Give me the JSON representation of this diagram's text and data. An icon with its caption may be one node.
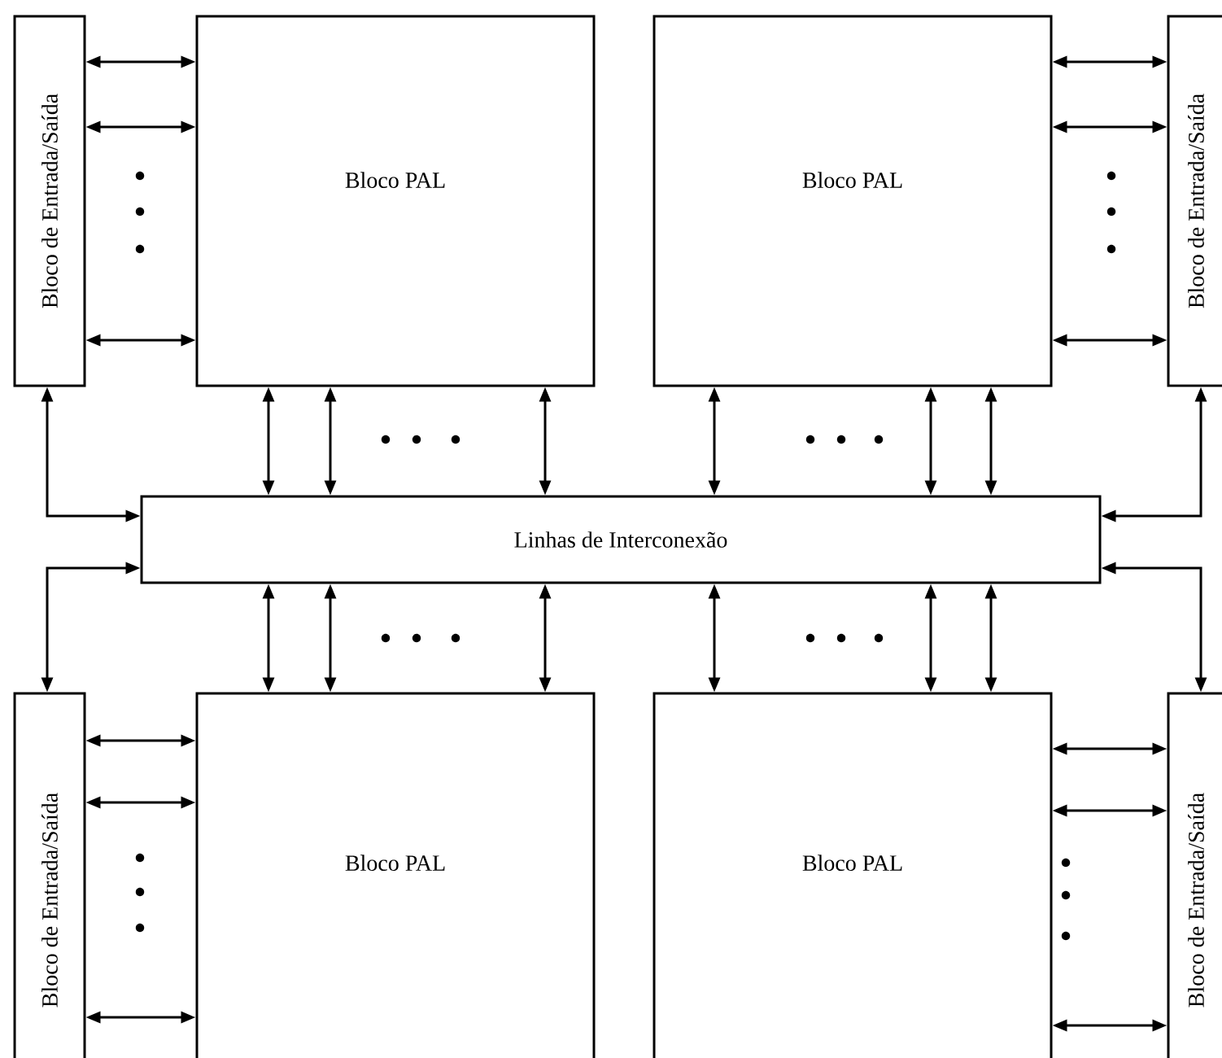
{
  "diagram": {
    "nodes": [
      {
        "text": [
          "Bloco de Entrada/Saída"
        ]
      },
      {
        "text": [
          "Bloco PAL"
        ]
      },
      {
        "text": [
          "Bloco PAL"
        ]
      },
      {
        "text": [
          "Bloco de Entrada/Saída"
        ]
      },
      {
        "text": [
          "Linhas de Interconexão"
        ]
      },
      {
        "text": [
          "Bloco de Entrada/Saída"
        ]
      },
      {
        "text": [
          "Bloco PAL"
        ]
      },
      {
        "text": [
          "Bloco PAL"
        ]
      },
      {
        "text": [
          "Bloco de Entrada/Saída"
        ]
      }
    ],
    "edges": [
      {
        "from": 0,
        "to": 1,
        "arrow": "both"
      },
      {
        "from": 0,
        "to": 1,
        "arrow": "both"
      },
      {
        "from": 0,
        "to": 1,
        "arrow": "both"
      },
      {
        "from": 1,
        "to": 4,
        "arrow": "both"
      },
      {
        "from": 1,
        "to": 4,
        "arrow": "both"
      },
      {
        "from": 1,
        "to": 4,
        "arrow": "both"
      },
      {
        "from": 2,
        "to": 4,
        "arrow": "both"
      },
      {
        "from": 2,
        "to": 4,
        "arrow": "both"
      },
      {
        "from": 2,
        "to": 4,
        "arrow": "both"
      },
      {
        "from": 2,
        "to": 3,
        "arrow": "both"
      },
      {
        "from": 2,
        "to": 3,
        "arrow": "both"
      },
      {
        "from": 2,
        "to": 3,
        "arrow": "both"
      },
      {
        "from": 0,
        "to": 4,
        "arrow": "both"
      },
      {
        "from": 3,
        "to": 4,
        "arrow": "both"
      },
      {
        "from": 4,
        "to": 5,
        "arrow": "both"
      },
      {
        "from": 4,
        "to": 8,
        "arrow": "both"
      },
      {
        "from": 4,
        "to": 6,
        "arrow": "both"
      },
      {
        "from": 4,
        "to": 6,
        "arrow": "both"
      },
      {
        "from": 4,
        "to": 6,
        "arrow": "both"
      },
      {
        "from": 4,
        "to": 7,
        "arrow": "both"
      },
      {
        "from": 4,
        "to": 7,
        "arrow": "both"
      },
      {
        "from": 4,
        "to": 7,
        "arrow": "both"
      },
      {
        "from": 5,
        "to": 6,
        "arrow": "both"
      },
      {
        "from": 5,
        "to": 6,
        "arrow": "both"
      },
      {
        "from": 5,
        "to": 6,
        "arrow": "both"
      },
      {
        "from": 7,
        "to": 8,
        "arrow": "both"
      },
      {
        "from": 7,
        "to": 8,
        "arrow": "both"
      },
      {
        "from": 7,
        "to": 8,
        "arrow": "both"
      }
    ]
  }
}
